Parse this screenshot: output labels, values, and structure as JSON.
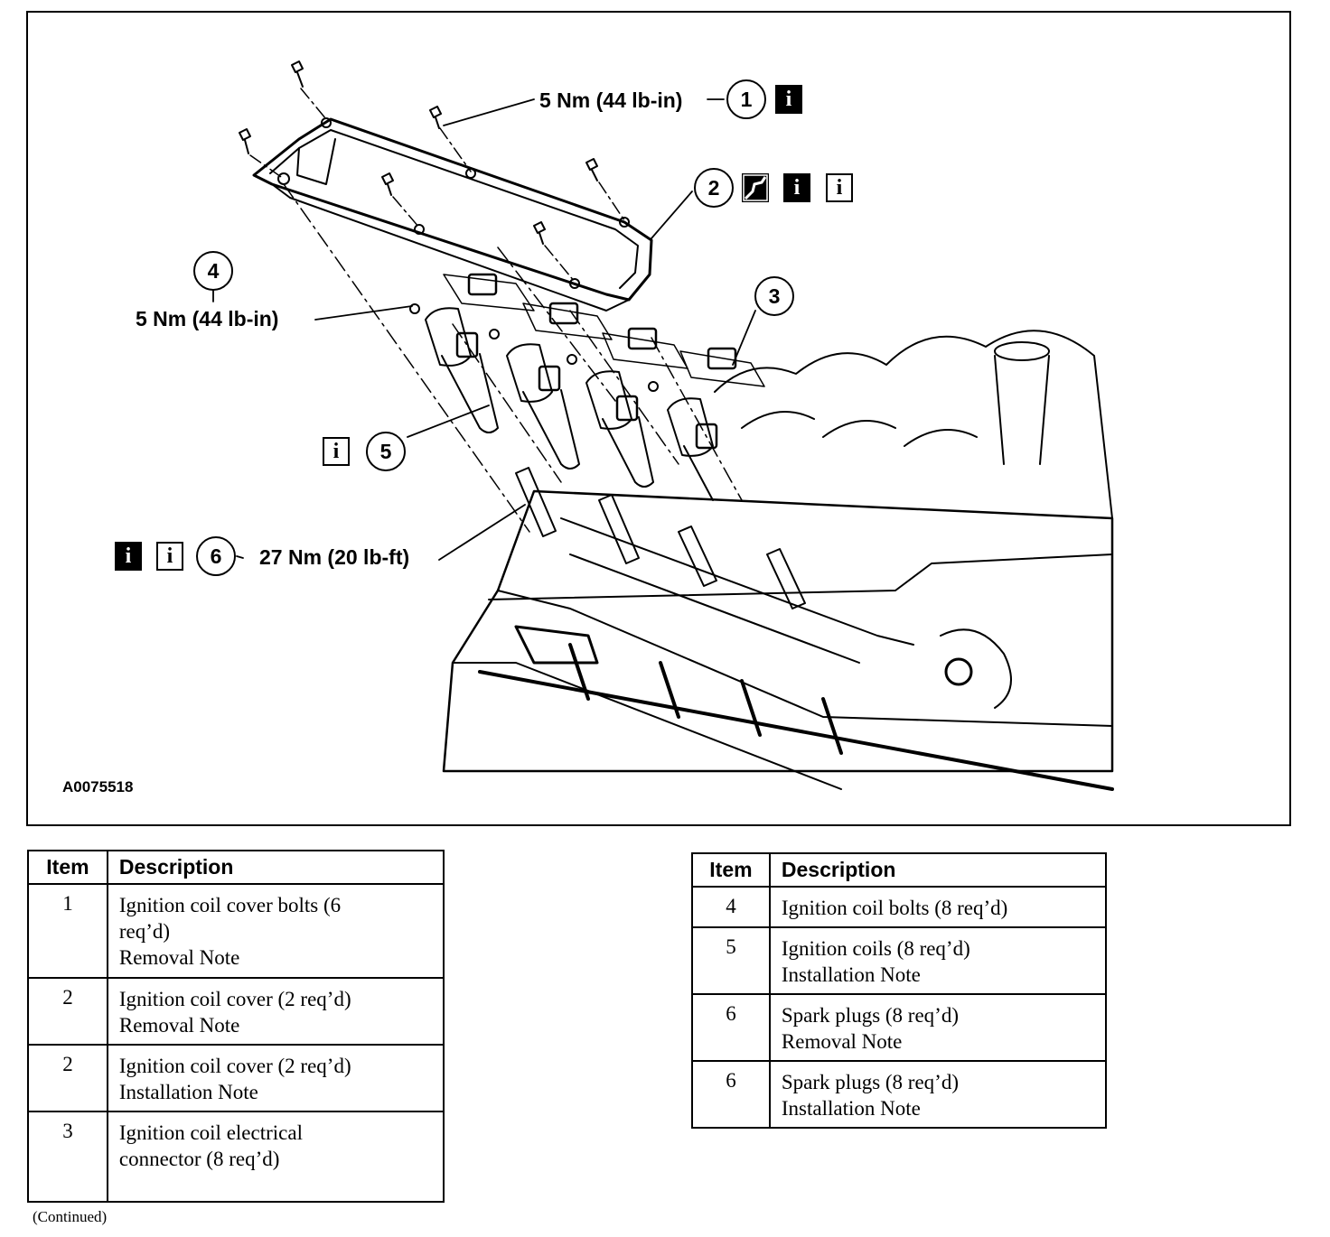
{
  "figure": {
    "id": "A0075518",
    "callouts": [
      {
        "num": "1",
        "spec": "5 Nm (44 lb-in)"
      },
      {
        "num": "2",
        "spec": ""
      },
      {
        "num": "3",
        "spec": ""
      },
      {
        "num": "4",
        "spec": "5 Nm (44 lb-in)"
      },
      {
        "num": "5",
        "spec": ""
      },
      {
        "num": "6",
        "spec": "27 Nm (20 lb-ft)"
      }
    ],
    "info_glyph": "i"
  },
  "tables": [
    {
      "headers": [
        "Item",
        "Description"
      ],
      "rows": [
        {
          "item": "1",
          "lines": [
            "Ignition coil cover bolts (6",
            "req’d)",
            "Removal Note"
          ]
        },
        {
          "item": "2",
          "lines": [
            "Ignition coil cover (2 req’d)",
            "Removal Note"
          ]
        },
        {
          "item": "2",
          "lines": [
            "Ignition coil cover (2 req’d)",
            "Installation Note"
          ]
        },
        {
          "item": "3",
          "lines": [
            "Ignition coil electrical",
            "connector (8 req’d)"
          ]
        }
      ]
    },
    {
      "headers": [
        "Item",
        "Description"
      ],
      "rows": [
        {
          "item": "4",
          "lines": [
            "Ignition coil bolts (8 req’d)"
          ]
        },
        {
          "item": "5",
          "lines": [
            "Ignition coils (8 req’d)",
            "Installation Note"
          ]
        },
        {
          "item": "6",
          "lines": [
            "Spark plugs (8 req’d)",
            "Removal Note"
          ]
        },
        {
          "item": "6",
          "lines": [
            "Spark plugs (8 req’d)",
            "Installation Note"
          ]
        }
      ]
    }
  ],
  "footer_note": "(Continued)"
}
